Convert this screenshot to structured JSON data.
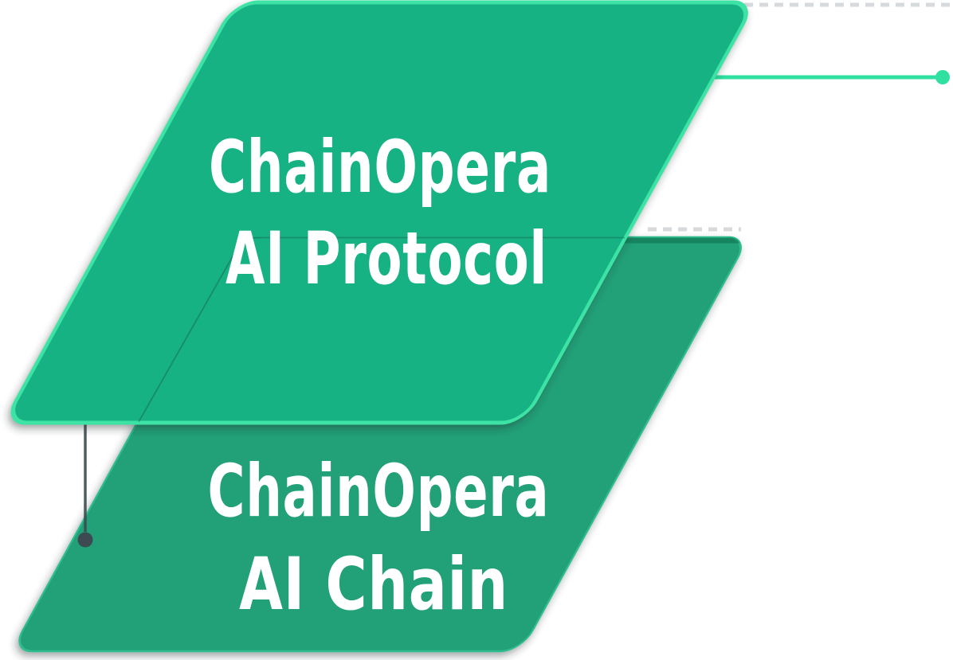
{
  "diagram": {
    "description_visible_text_only": true,
    "cards": {
      "protocol": {
        "line1": "ChainOpera",
        "line2": "AI Protocol"
      },
      "chain": {
        "line1": "ChainOpera",
        "line2": "AI Chain"
      }
    }
  },
  "colors": {
    "background": "#ffffff",
    "protocol_fill": "#15b284",
    "protocol_border": "#3ce3a4",
    "chain_fill": "#24a078",
    "chain_border": "#2fbd8f",
    "chain_top_edge_dark": "#14754f",
    "accent_line": "#2fe0a1",
    "connector_dark": "#3d4a52",
    "text": "#ffffff"
  }
}
